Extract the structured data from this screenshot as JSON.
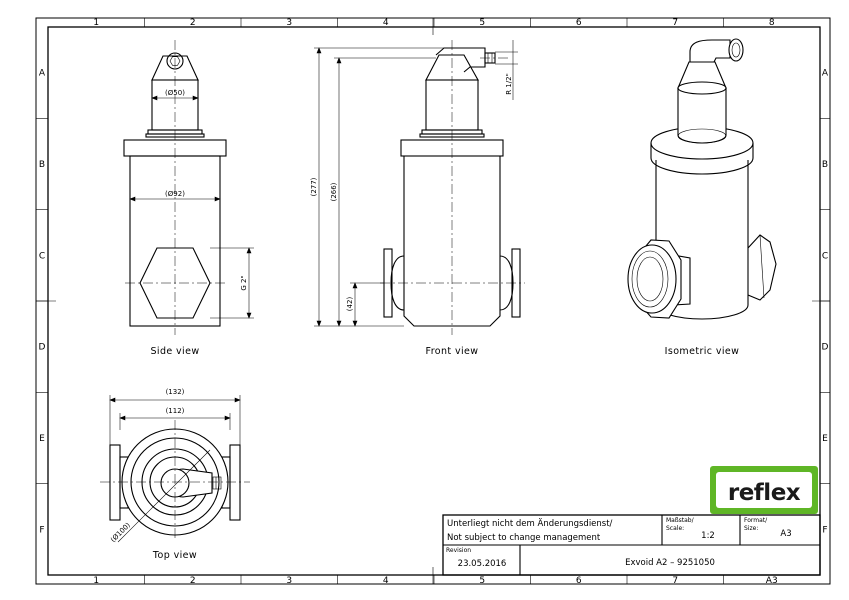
{
  "frame": {
    "columns": [
      "1",
      "2",
      "3",
      "4",
      "5",
      "6",
      "7",
      "8"
    ],
    "rows": [
      "A",
      "B",
      "C",
      "D",
      "E",
      "F"
    ],
    "bottom_columns": [
      "1",
      "2",
      "3",
      "4",
      "5",
      "6",
      "7",
      "A3"
    ]
  },
  "views": {
    "side": "Side view",
    "front": "Front view",
    "isometric": "Isometric view",
    "top": "Top view"
  },
  "dimensions": {
    "d50": "(Ø50)",
    "d92": "(Ø92)",
    "g2": "G 2\"",
    "h277": "(277)",
    "h266": "(266)",
    "h42": "(42)",
    "r12": "R 1/2\"",
    "w132": "(132)",
    "w112": "(112)",
    "d100": "(Ø100)"
  },
  "logo": {
    "text": "reflex",
    "color": "#5fb626"
  },
  "title_block": {
    "notice_de": "Unterliegt nicht dem Änderungsdienst/",
    "notice_en": "Not subject to change management",
    "scale_label_de": "Maßstab/",
    "scale_label_en": "Scale:",
    "scale_value": "1:2",
    "format_label_de": "Format/",
    "format_label_en": "Size:",
    "format_value": "A3",
    "revision_label": "Revision",
    "revision_date": "23.05.2016",
    "product": "Exvoid A2  –  9251050"
  }
}
